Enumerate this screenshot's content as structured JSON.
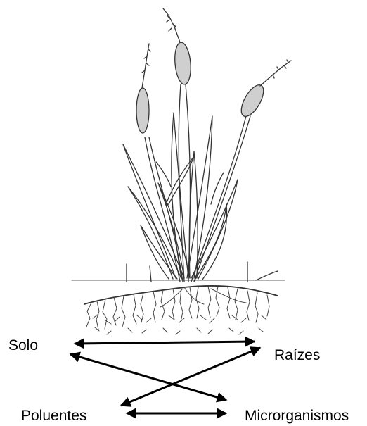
{
  "diagram": {
    "labels": {
      "solo": "Solo",
      "raizes": "Raízes",
      "poluentes": "Poluentes",
      "microrganismos": "Microrganismos"
    },
    "relations": [
      {
        "from": "solo",
        "to": "raizes",
        "type": "bidirectional"
      },
      {
        "from": "solo",
        "to": "microrganismos",
        "type": "bidirectional"
      },
      {
        "from": "raizes",
        "to": "poluentes",
        "type": "bidirectional"
      },
      {
        "from": "poluentes",
        "to": "microrganismos",
        "type": "bidirectional"
      }
    ],
    "illustration": "cattail-plant-with-roots",
    "colors": {
      "ink": "#000000",
      "line_art": "#333333",
      "spike_fill": "#cfcfcf",
      "background": "#ffffff"
    }
  }
}
